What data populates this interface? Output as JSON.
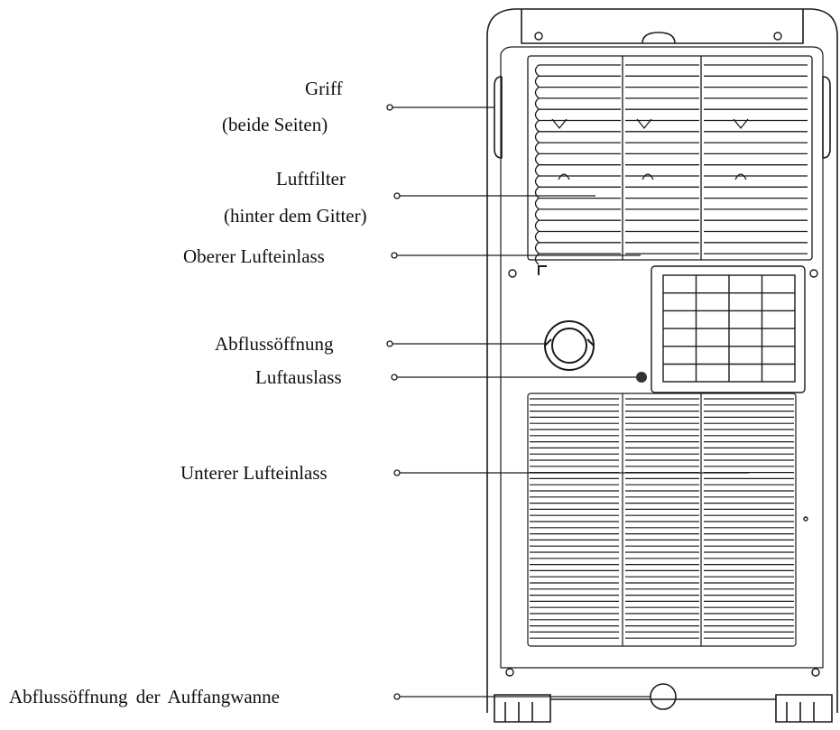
{
  "labels": {
    "griff_line1": "Griff",
    "griff_line2": "(beide Seiten)",
    "luftfilter_line1": "Luftfilter",
    "luftfilter_line2": "(hinter dem Gitter)",
    "oberer_lufteinlass": "Oberer Lufteinlass",
    "abflussoeffnung": "Abflussöffnung",
    "luftauslass": "Luftauslass",
    "unterer_lufteinlass": "Unterer Lufteinlass",
    "abflussoeffnung_auffangwanne": "Abflussöffnung der Auffangwanne"
  },
  "colors": {
    "line": "#1a1a1a",
    "background": "#ffffff"
  }
}
